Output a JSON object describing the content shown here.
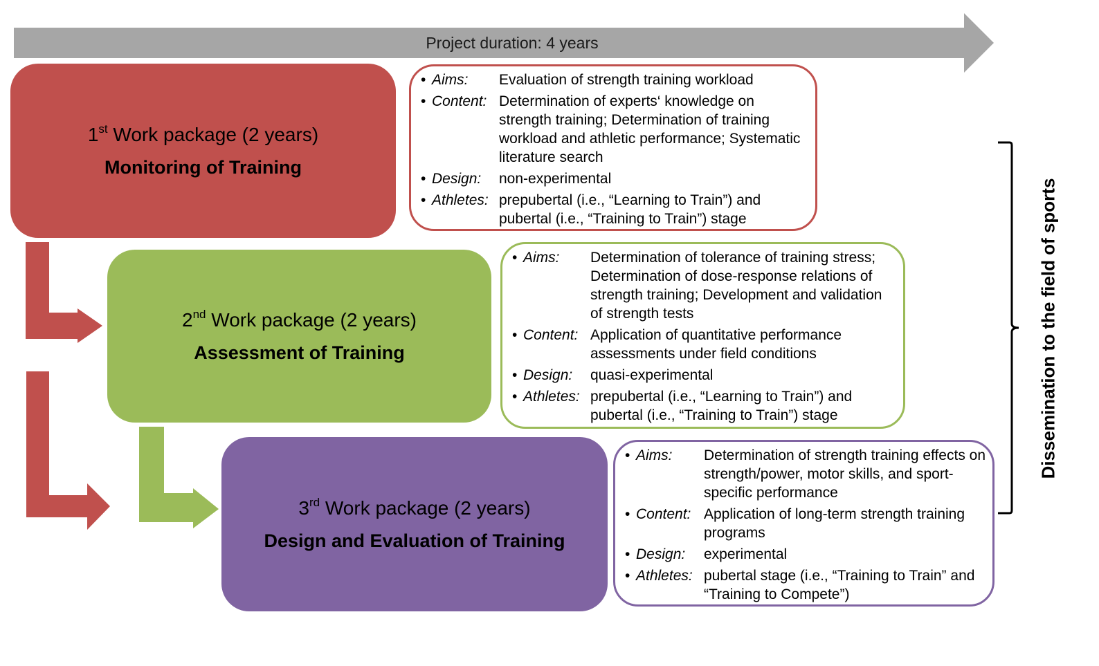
{
  "colors": {
    "timeline": "#a6a6a6",
    "wp1": "#c0504d",
    "wp2": "#9bbb59",
    "wp3": "#8064a2",
    "brace": "#000000"
  },
  "timeline": {
    "label": "Project duration: 4 years",
    "icon": "right-arrow-icon"
  },
  "work_packages": [
    {
      "number": "1",
      "ordinal_suffix": "st",
      "title_rest": " Work package (2 years)",
      "subtitle": "Monitoring of Training",
      "details": [
        {
          "key": "Aims:",
          "value": "Evaluation of strength training workload"
        },
        {
          "key": "Content:",
          "value": "Determination of experts‘ knowledge on strength training; Determination of training workload and athletic performance; Systematic literature search"
        },
        {
          "key": "Design:",
          "value": "non-experimental"
        },
        {
          "key": "Athletes:",
          "value": "prepubertal (i.e., “Learning to Train”) and pubertal (i.e., “Training to Train”) stage"
        }
      ]
    },
    {
      "number": "2",
      "ordinal_suffix": "nd",
      "title_rest": " Work package (2 years)",
      "subtitle": "Assessment of Training",
      "details": [
        {
          "key": "Aims:",
          "value": "Determination of tolerance of training stress; Determination of dose-response relations of strength training; Development and validation of strength tests"
        },
        {
          "key": "Content:",
          "value": "Application of quantitative performance assessments under field conditions"
        },
        {
          "key": "Design:",
          "value": "quasi-experimental"
        },
        {
          "key": "Athletes:",
          "value": "prepubertal (i.e., “Learning to Train”) and pubertal (i.e., “Training to Train”) stage"
        }
      ]
    },
    {
      "number": "3",
      "ordinal_suffix": "rd",
      "title_rest": " Work package (2 years)",
      "subtitle": "Design and Evaluation of Training",
      "details": [
        {
          "key": "Aims:",
          "value": "Determination of strength training effects on strength/power, motor skills, and sport-specific performance"
        },
        {
          "key": "Content:",
          "value": "Application of long-term strength training programs"
        },
        {
          "key": "Design:",
          "value": "experimental"
        },
        {
          "key": "Athletes:",
          "value": "pubertal stage (i.e., “Training to Train” and “Training to Compete”)"
        }
      ]
    }
  ],
  "bullet_char": "•",
  "flow_arrows": [
    {
      "from": "wp1",
      "to": "wp2",
      "icon": "bent-arrow-icon"
    },
    {
      "from": "wp1",
      "to": "wp3",
      "icon": "bent-arrow-icon"
    },
    {
      "from": "wp2",
      "to": "wp3",
      "icon": "bent-arrow-icon"
    }
  ],
  "dissemination": {
    "label": "Dissemination to the field of sports",
    "icon": "right-brace-icon"
  }
}
